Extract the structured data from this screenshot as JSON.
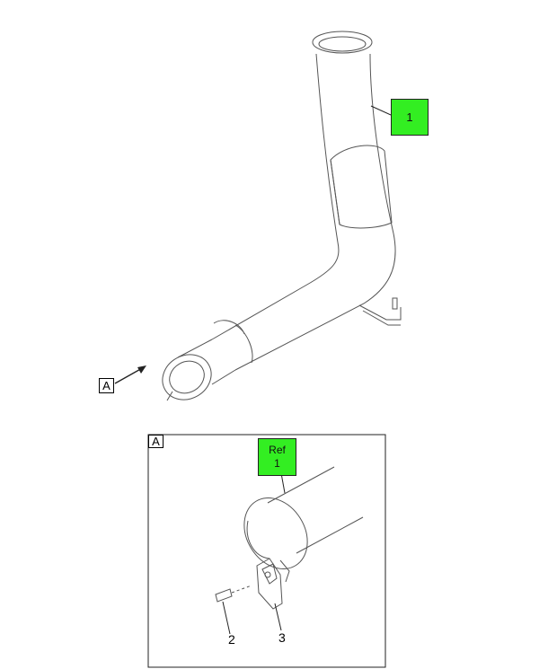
{
  "callouts": {
    "part1_main": "1",
    "ref_label": "Ref",
    "ref_number": "1",
    "part2": "2",
    "part3": "3"
  },
  "view": {
    "tag_main": "A",
    "tag_detail": "A"
  },
  "colors": {
    "callout_fill": "#33ee22",
    "line": "#222222",
    "outline": "#555555"
  }
}
